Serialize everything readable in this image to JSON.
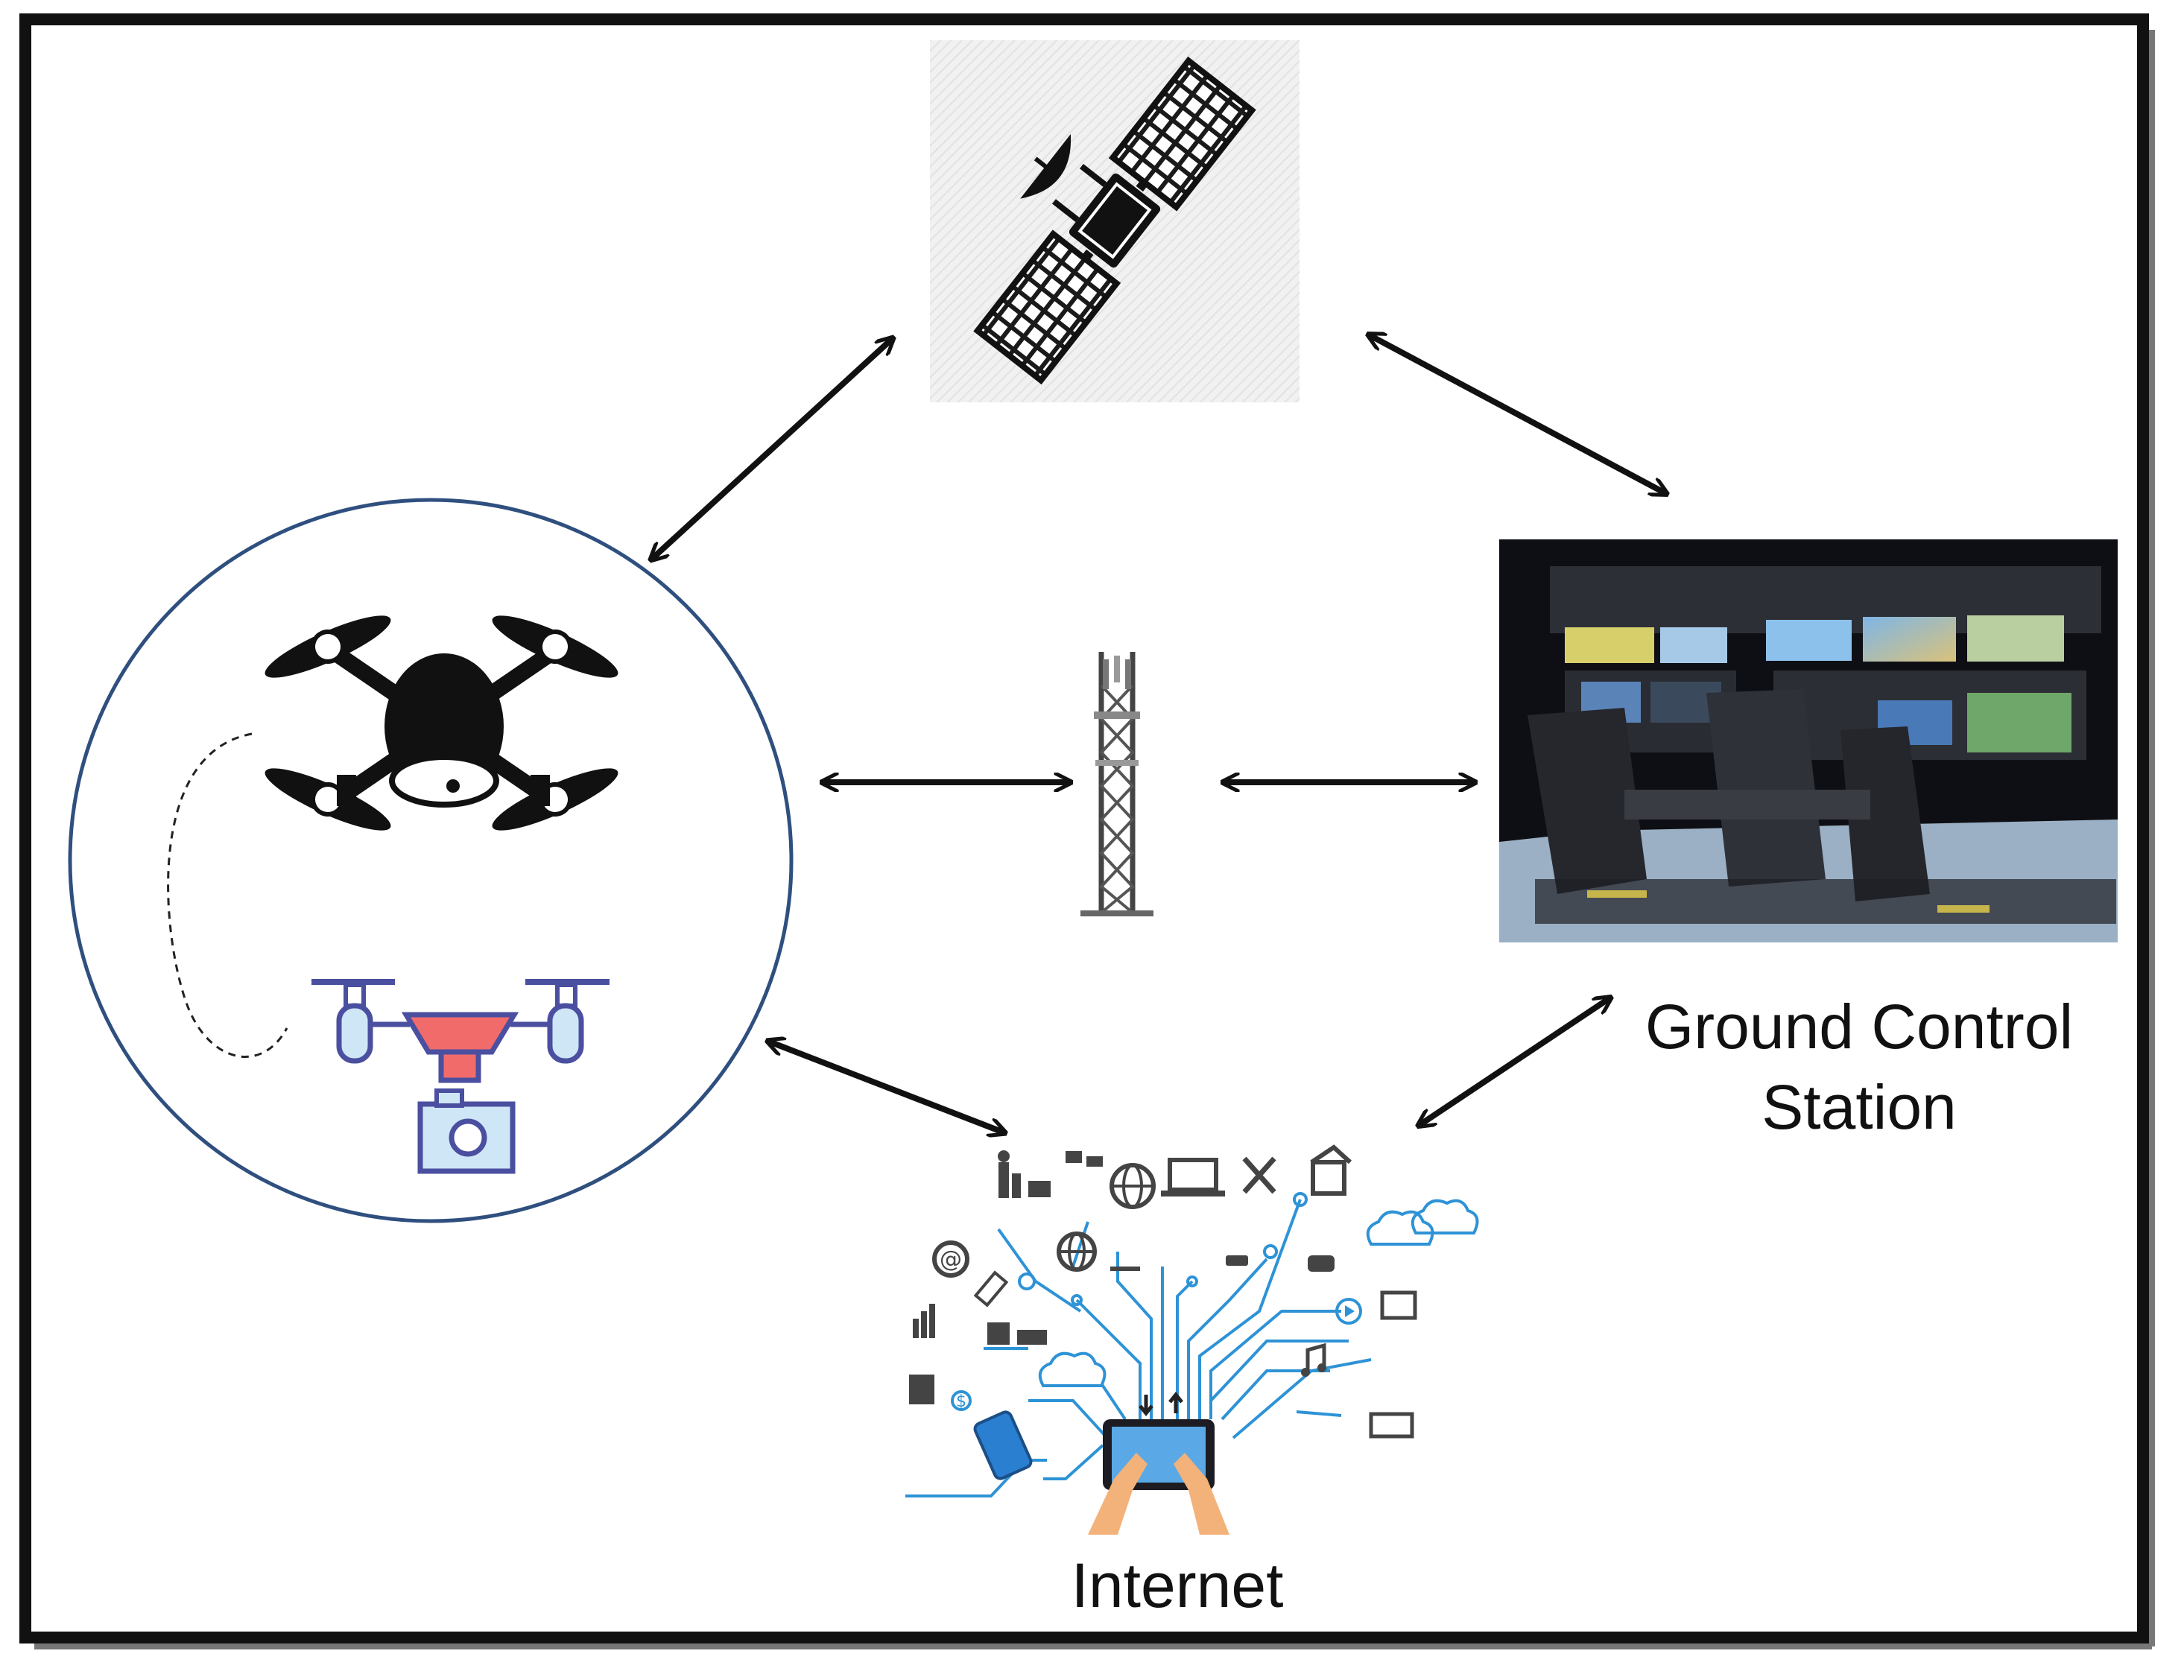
{
  "labels": {
    "ground_control_line1": "Ground Control",
    "ground_control_line2": "Station",
    "internet": "Internet"
  },
  "nodes": [
    {
      "id": "satellite",
      "icon": "satellite-icon"
    },
    {
      "id": "uav-group",
      "icon": "drone-icon"
    },
    {
      "id": "cell-tower",
      "icon": "cell-tower-icon"
    },
    {
      "id": "ground-control-station",
      "icon": "control-room-image"
    },
    {
      "id": "internet",
      "icon": "iot-network-icon"
    }
  ],
  "links": [
    {
      "from": "uav-group",
      "to": "satellite",
      "direction": "bidirectional"
    },
    {
      "from": "satellite",
      "to": "ground-control-station",
      "direction": "bidirectional"
    },
    {
      "from": "uav-group",
      "to": "cell-tower",
      "direction": "bidirectional"
    },
    {
      "from": "cell-tower",
      "to": "ground-control-station",
      "direction": "bidirectional"
    },
    {
      "from": "uav-group",
      "to": "internet",
      "direction": "bidirectional"
    },
    {
      "from": "internet",
      "to": "ground-control-station",
      "direction": "bidirectional"
    }
  ],
  "colors": {
    "border": "#111111",
    "circle": "#2f4f7f",
    "arrow": "#111111",
    "drone_accent": "#f26b6b",
    "drone_outline": "#4a4fa0",
    "camera_fill": "#cfe6f7",
    "network_blue": "#2e93d6",
    "phone_blue": "#2a7fd1",
    "hand_skin": "#f3b27a"
  }
}
